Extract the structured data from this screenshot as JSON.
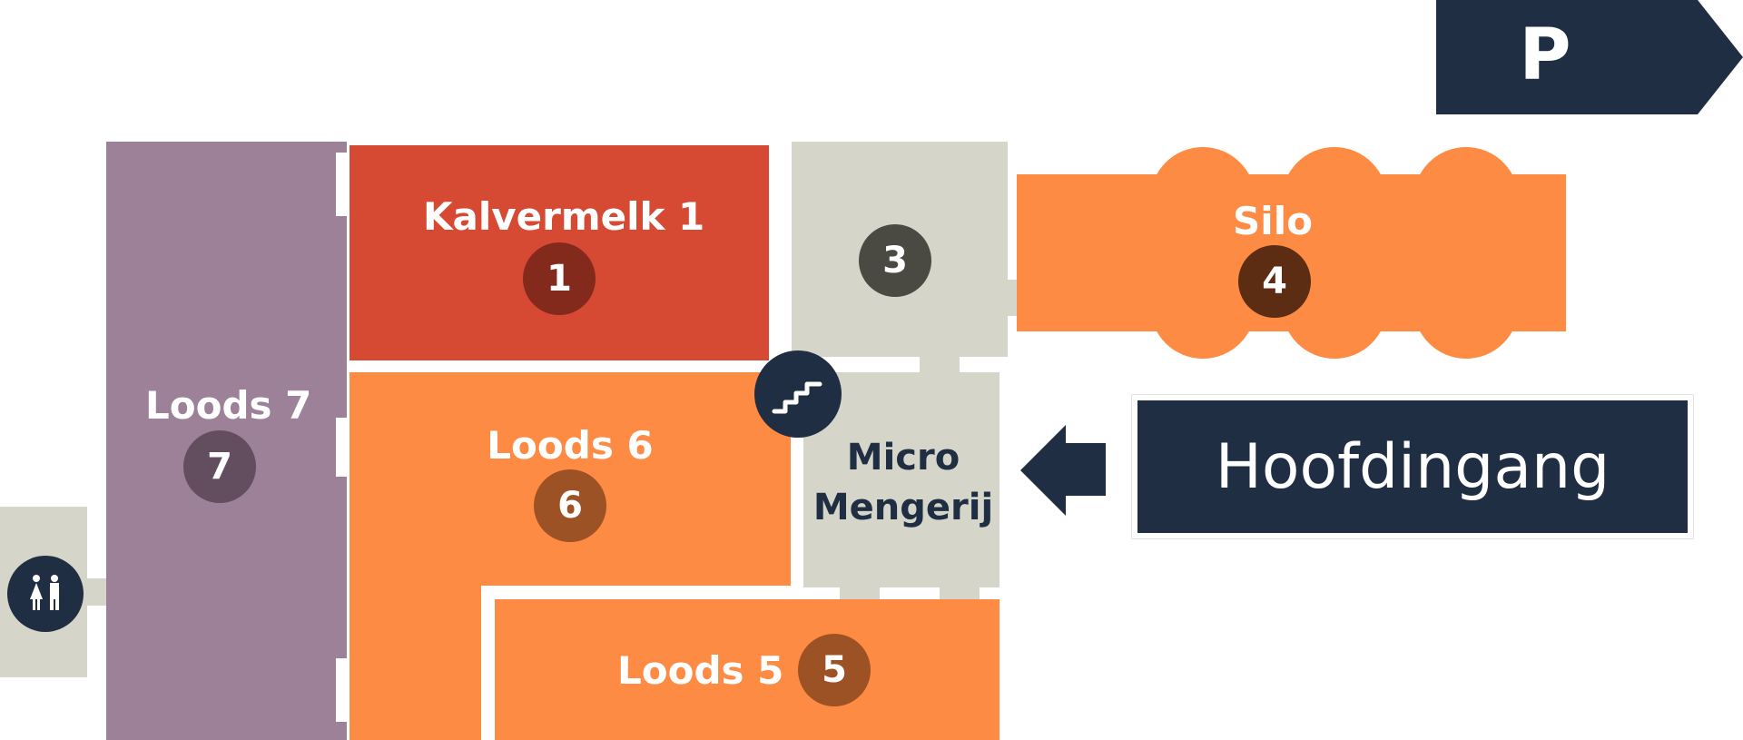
{
  "colors": {
    "navy": "#1f2e42",
    "purple": "#9c8199",
    "red": "#d64a33",
    "orange": "#fd8b44",
    "grey": "#d6d5ca",
    "badge_purple": "#634e60",
    "badge_red": "#832a1d",
    "badge_orange": "#9d5225",
    "badge_grey": "#4a4a43",
    "badge_silo": "#5c2d13"
  },
  "parking": {
    "label": "P"
  },
  "entrance": {
    "label": "Hoofdingang",
    "icon": "arrow-left-icon"
  },
  "zones": {
    "kalvermelk": {
      "label": "Kalvermelk 1",
      "number": "1"
    },
    "zone3": {
      "number": "3"
    },
    "silo": {
      "label": "Silo",
      "number": "4"
    },
    "loods7": {
      "label": "Loods 7",
      "number": "7"
    },
    "loods6": {
      "label": "Loods 6",
      "number": "6"
    },
    "micro": {
      "label_line1": "Micro",
      "label_line2": "Mengerij"
    },
    "loods5": {
      "label": "Loods 5",
      "number": "5"
    }
  },
  "icons": {
    "stairs": "stairs-icon",
    "restrooms": "restroom-icon"
  }
}
